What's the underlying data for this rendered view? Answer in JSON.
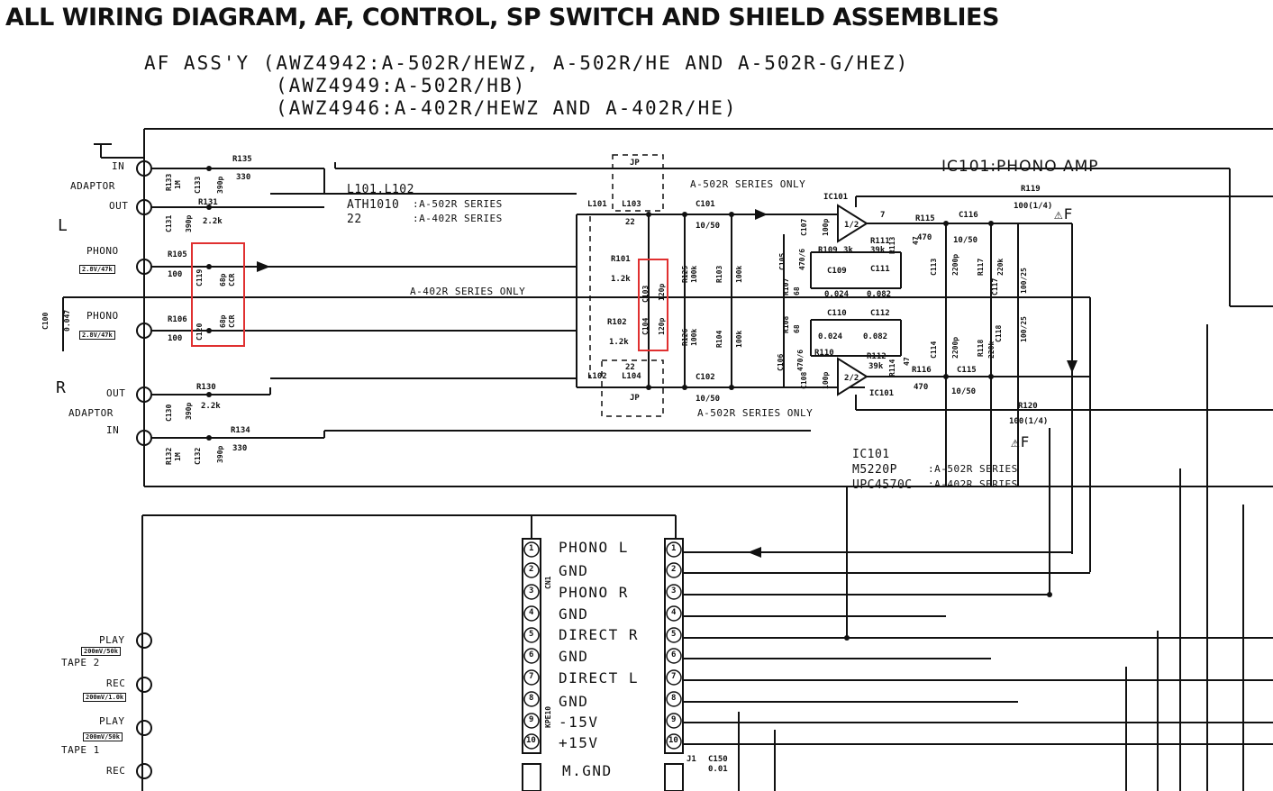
{
  "title": "ALL WIRING DIAGRAM, AF, CONTROL, SP SWITCH AND SHIELD ASSEMBLIES",
  "header": {
    "line1": "AF ASS'Y (AWZ4942:A-502R/HEWZ, A-502R/HE AND A-502R-G/HEZ)",
    "line2": "(AWZ4949:A-502R/HB)",
    "line3": "(AWZ4946:A-402R/HEWZ AND A-402R/HE)"
  },
  "channels": {
    "left": "L",
    "right": "R"
  },
  "inputs": {
    "adaptor_l": {
      "label": "ADAPTOR",
      "in": "IN",
      "out": "OUT"
    },
    "phono_l": {
      "label": "PHONO",
      "tag": "2.8V/47k"
    },
    "phono_r": {
      "label": "PHONO",
      "tag": "2.8V/47k"
    },
    "adaptor_r": {
      "label": "ADAPTOR",
      "in": "IN",
      "out": "OUT"
    },
    "tape2": {
      "label": "TAPE 2",
      "play": "PLAY",
      "rec": "REC",
      "play_tag": "200mV/50k",
      "rec_tag": "200mV/1.0k"
    },
    "tape1": {
      "label": "TAPE 1",
      "play": "PLAY",
      "rec": "REC",
      "play_tag": "200mV/50k"
    }
  },
  "notes": {
    "coils_ref": "L101,L102",
    "coils_part": "ATH1010",
    "coils_a502": ":A-502R SERIES",
    "coils_val": "22",
    "coils_a402": ":A-402R SERIES",
    "jp_top": "A-502R SERIES ONLY",
    "jp_bottom": "A-502R SERIES ONLY",
    "a402_only": "A-402R SERIES ONLY",
    "phono_amp": "IC101:PHONO AMP",
    "ic_ref": "IC101",
    "ic_m5220p": "M5220P",
    "ic_m5220p_note": ":A-502R SERIES",
    "ic_upc": "UPC4570C",
    "ic_upc_note": ":A-402R SERIES",
    "fuse_mark_1": "⚠F",
    "fuse_mark_2": "⚠F",
    "jp_label_1": "JP",
    "jp_label_2": "JP"
  },
  "components": {
    "R135": "R135",
    "R135v": "330",
    "R131": "R131",
    "R131v": "2.2k",
    "R133": "R133",
    "R133v": "1M",
    "C133": "C133",
    "C133v": "390p",
    "C131": "C131",
    "C131v": "390p",
    "R105": "R105",
    "R105v": "100",
    "R106": "R106",
    "R106v": "100",
    "C119": "C119",
    "C119v": "68p",
    "C120": "C120",
    "C120v": "68p",
    "CCR": "CCR",
    "C100": "C100",
    "C100v": "0.047",
    "R130": "R130",
    "R130v": "2.2k",
    "R134": "R134",
    "R134v": "330",
    "C130": "C130",
    "C130v": "390p",
    "R132": "R132",
    "R132v": "1M",
    "C132": "C132",
    "C132v": "390p",
    "L101": "L101",
    "L103": "L103",
    "L102": "L102",
    "L104": "L104",
    "L_val": "22",
    "R101": "R101",
    "R101v": "1.2k",
    "R102": "R102",
    "R102v": "1.2k",
    "C103": "C103",
    "C104": "C104",
    "C_v": "120p",
    "C101": "C101",
    "C101v": "10/50",
    "C102": "C102",
    "C102v": "10/50",
    "R125": "R125",
    "R126": "R126",
    "R125v": "100k",
    "R103": "R103",
    "R104": "R104",
    "R103v": "100k",
    "IC101": "IC101",
    "half1": "1/2",
    "half2": "2/2",
    "pin7": "7",
    "R119": "R119",
    "R119v": "100(1/4)",
    "R120": "R120",
    "R120v": "100(1/4)",
    "R115": "R115",
    "R115v": "470",
    "R116": "R116",
    "R116v": "470",
    "C115": "C115",
    "C115v": "10/50",
    "C116": "C116",
    "C116v": "10/50",
    "R111": "R111",
    "R111v": "39k",
    "R112": "R112",
    "R112v": "39k",
    "R113": "R113",
    "R114": "R114",
    "R113v": "47",
    "R109": "R109",
    "R110": "R110",
    "R109v": "3k",
    "C109": "C109",
    "C109v": "0.024",
    "C111": "C111",
    "C111v": "0.082",
    "C110": "C110",
    "C110v": "0.024",
    "C112": "C112",
    "C112v": "0.082",
    "C113": "C113",
    "C114": "C114",
    "C113v": "2200p",
    "R117": "R117",
    "R118": "R118",
    "R117v": "220k",
    "C117": "C117",
    "C118": "C118",
    "C117v": "100/25",
    "C105": "C105",
    "C106": "C106",
    "C105v": "470/6",
    "R107": "R107",
    "R108": "R108",
    "R107v": "68",
    "C107": "C107",
    "C108": "C108",
    "C107v": "100p",
    "C150": "C150",
    "C150v": "0.01"
  },
  "connectors": {
    "CN1": "CN1",
    "KPE10": "KPE10",
    "J1": "J1",
    "pins": [
      "PHONO L",
      "GND",
      "PHONO R",
      "GND",
      "DIRECT R",
      "GND",
      "DIRECT L",
      "GND",
      "-15V",
      "+15V",
      "M.GND"
    ],
    "numbers": [
      "1",
      "2",
      "3",
      "4",
      "5",
      "6",
      "7",
      "8",
      "9",
      "10"
    ]
  }
}
